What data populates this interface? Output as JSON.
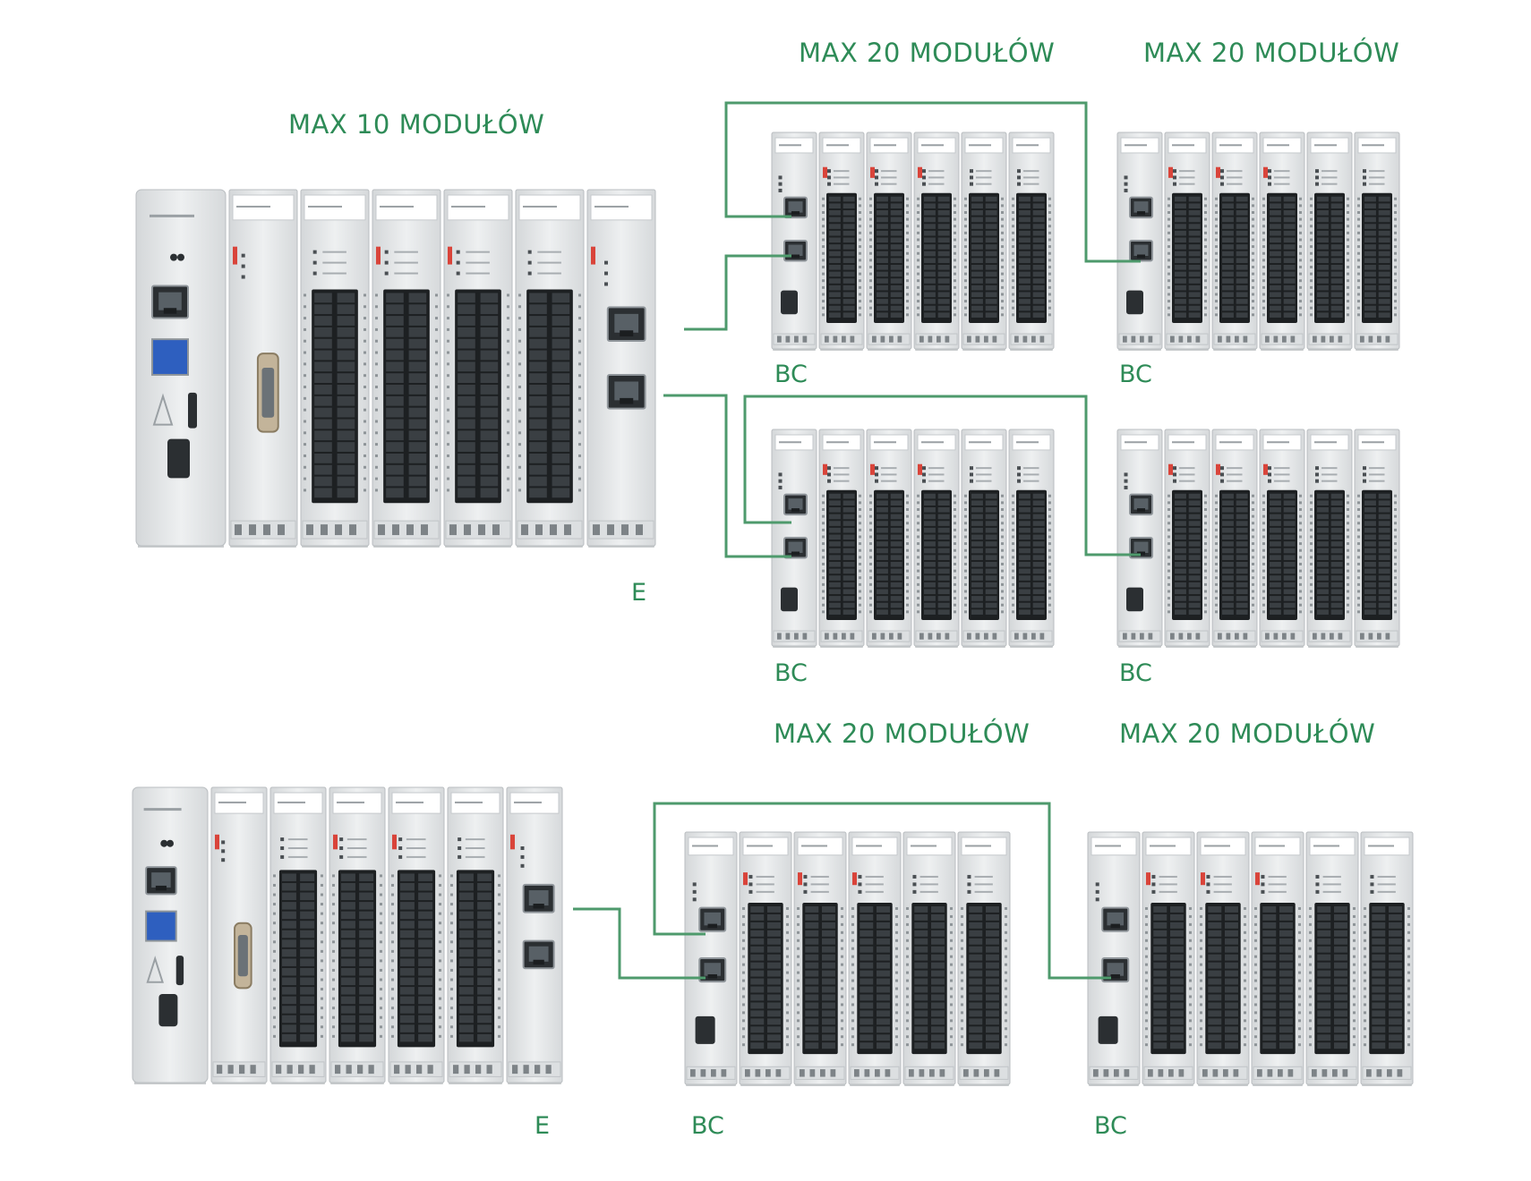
{
  "labels": {
    "max_10": "MAX 10 MODUŁÓW",
    "max_20": "MAX 20 MODUŁÓW",
    "extender": "E",
    "bus_coupler": "BC"
  },
  "colors": {
    "link": "#4e9a6c",
    "label": "#2e8b57",
    "module_body": "#e6e8e9",
    "connector": "#1d2022",
    "led": "#d9443a"
  }
}
